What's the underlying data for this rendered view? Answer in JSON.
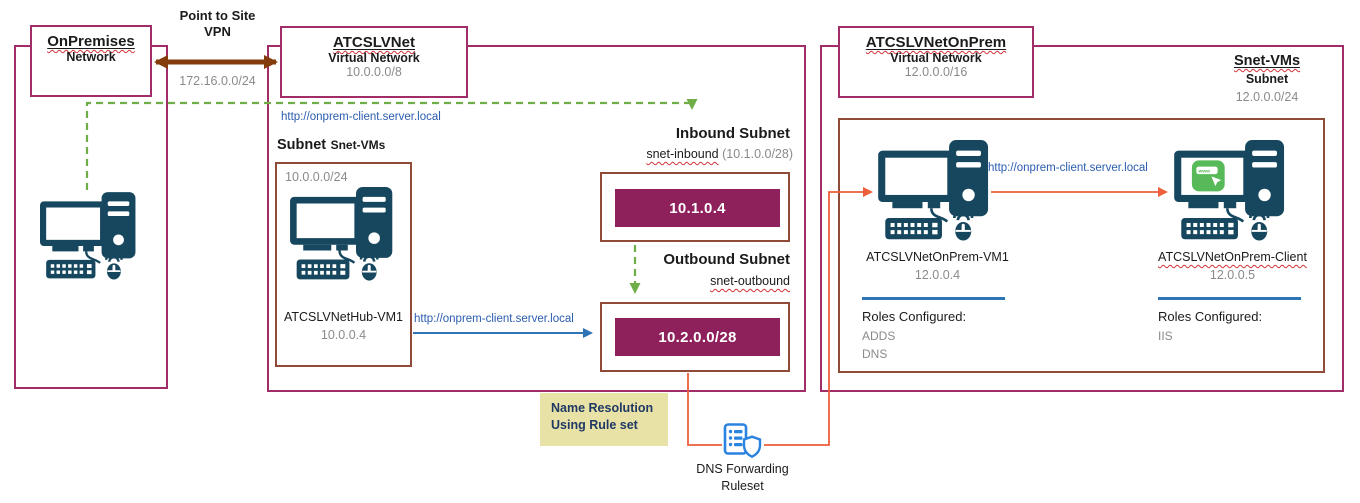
{
  "colors": {
    "vnet_border": "#A12D68",
    "subnet_border": "#8F4A38",
    "subnet_fill": "#8E205C",
    "vpn_arrow": "#843C0C",
    "dns_query_green": "#6FAE46",
    "http_orange": "#EC5F3A",
    "http_blue_line": "#2E75B6",
    "url_text_blue": "#2A5CB0",
    "note_bg": "#E8E2A6",
    "computer_icon": "#17475E",
    "dns_icon_blue": "#2B83E0",
    "browser_icon_green": "#57B957"
  },
  "icons": {
    "computer": "desktop-computer-icon",
    "dns": "dns-forwarding-ruleset-icon",
    "client_screen": "web-browser-icon",
    "client_screen_text": "www"
  },
  "onprem": {
    "title": "OnPremises",
    "subtitle": "Network"
  },
  "vpn": {
    "label_line1": "Point to Site",
    "label_line2": "VPN",
    "cidr": "172.16.0.0/24"
  },
  "hub_vnet": {
    "title": "ATCSLVNet",
    "subtitle": "Virtual Network",
    "cidr": "10.0.0.0/8",
    "inbound_url": "http://onprem-client.server.local",
    "outbound_url": "http://onprem-client.server.local",
    "subnet": {
      "label": "Subnet",
      "name": "Snet-VMs",
      "cidr": "10.0.0.0/24",
      "vm_name": "ATCSLVNetHub-VM1",
      "vm_ip": "10.0.0.4"
    },
    "inbound": {
      "title": "Inbound Subnet",
      "name": "snet-inbound",
      "cidr": "(10.1.0.0/28)",
      "ip": "10.1.0.4"
    },
    "outbound": {
      "title": "Outbound Subnet",
      "name": "snet-outbound",
      "ip_block": "10.2.0.0/28"
    }
  },
  "name_resolution_note": {
    "line1": "Name Resolution",
    "line2": "Using Rule set"
  },
  "dns_ruleset": {
    "label_line1": "DNS Forwarding",
    "label_line2": "Ruleset"
  },
  "onprem_vnet": {
    "title": "ATCSLVNetOnPrem",
    "subtitle": "Virtual Network",
    "cidr": "12.0.0.0/16",
    "url": "http://onprem-client.server.local",
    "subnet": {
      "name": "Snet-VMs",
      "label": "Subnet",
      "cidr": "12.0.0.0/24"
    },
    "vm1": {
      "name": "ATCSLVNetOnPrem-VM1",
      "ip": "12.0.0.4",
      "roles_title": "Roles Configured:",
      "roles": [
        "ADDS",
        "DNS"
      ]
    },
    "client": {
      "name": "ATCSLVNetOnPrem-Client",
      "ip": "12.0.0.5",
      "roles_title": "Roles Configured:",
      "roles": [
        "IIS"
      ]
    }
  }
}
